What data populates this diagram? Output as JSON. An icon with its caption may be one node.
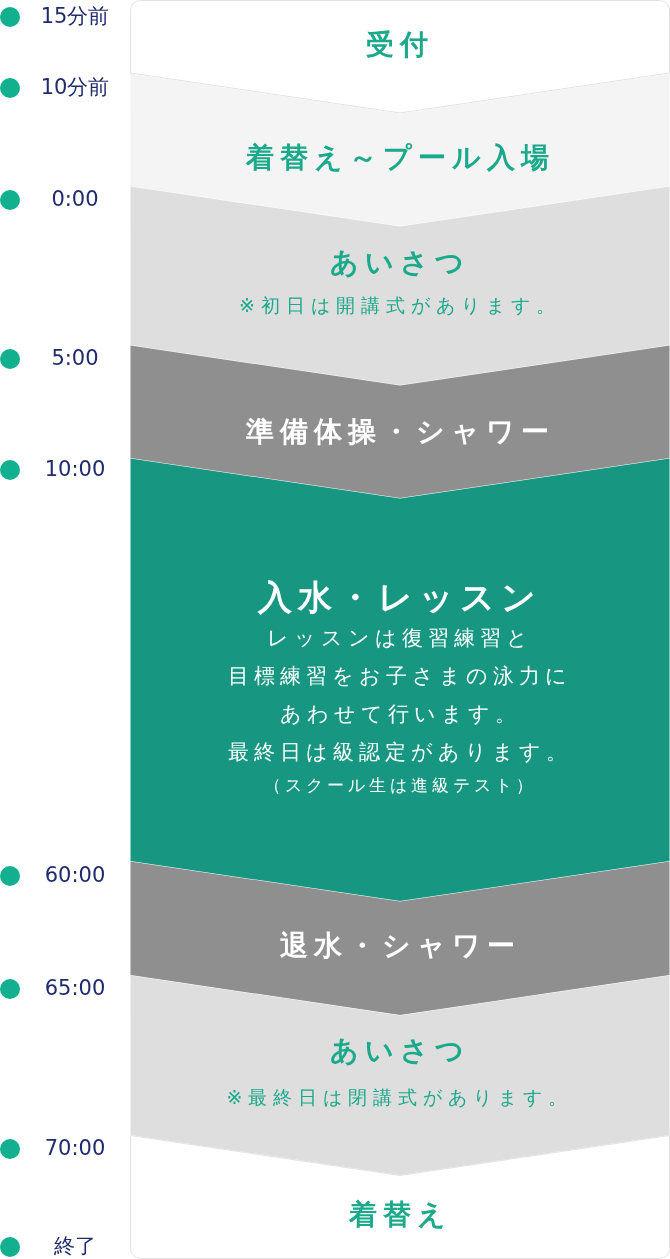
{
  "diagram": {
    "nodes": [
      {
        "text": [
          "受付"
        ]
      },
      {
        "text": [
          "着替え～プール入場"
        ]
      },
      {
        "text": [
          "あいさつ",
          "※初日は開講式があります。"
        ]
      },
      {
        "text": [
          "準備体操・シャワー"
        ]
      },
      {
        "text": [
          "入水・レッスン",
          "レッスンは復習練習と目標練習をお子さまの泳力にあわせて行います。最終日は級認定があります。",
          "（スクール生は進級テスト）"
        ]
      },
      {
        "text": [
          "退水・シャワー"
        ]
      },
      {
        "text": [
          "あいさつ",
          "※最終日は閉講式があります。"
        ]
      },
      {
        "text": [
          "着替え"
        ]
      }
    ],
    "labels": [
      "15分前",
      "10分前",
      "0:00",
      "5:00",
      "10:00",
      "60:00",
      "65:00",
      "70:00",
      "終了"
    ]
  }
}
